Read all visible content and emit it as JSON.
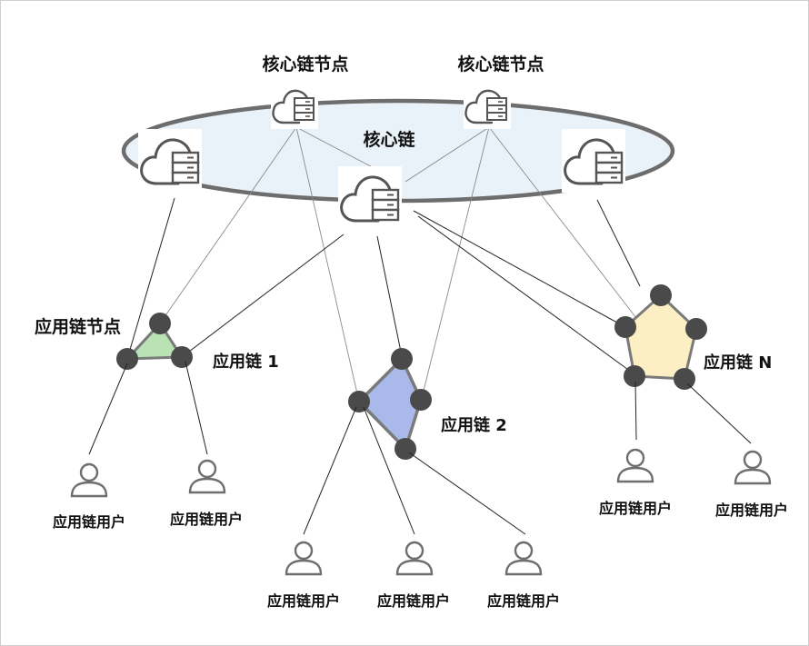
{
  "core_chain": {
    "label": "核心链",
    "node_labels": [
      "核心链节点",
      "核心链节点"
    ]
  },
  "app_chains": {
    "node_label": "应用链节点",
    "chain_1": {
      "label": "应用链 1",
      "color": "#b9e2b5"
    },
    "chain_2": {
      "label": "应用链 2",
      "color": "#a9b9ea"
    },
    "chain_n": {
      "label": "应用链 N",
      "color": "#fdefc4"
    }
  },
  "users": {
    "label": "应用链用户",
    "labels": [
      "应用链用户",
      "应用链用户",
      "应用链用户",
      "应用链用户",
      "应用链用户",
      "应用链用户",
      "应用链用户"
    ]
  },
  "colors": {
    "ellipse_fill": "#e9f1f9",
    "ellipse_stroke": "#6d6d6d",
    "node_fill": "#4a4a4a",
    "icon_stroke": "#555555"
  },
  "icons": [
    "cloud-server-icon",
    "user-icon"
  ]
}
